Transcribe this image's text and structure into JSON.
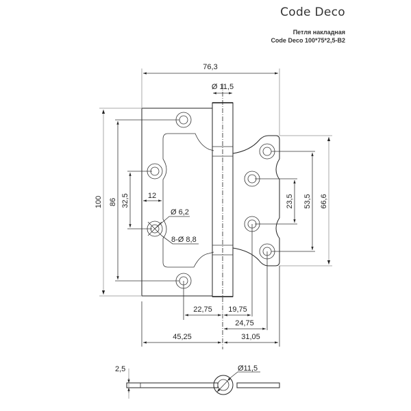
{
  "header": {
    "brand": "Code Deco",
    "product_type": "Петля накладная",
    "model": "Code Deco 100*75*2,5-B2"
  },
  "dimensions": {
    "overall_width": "76,3",
    "pin_diameter": "Ø 11,5",
    "overall_height": "100",
    "left_hole_span": "86",
    "left_hole_pitch": "32,5",
    "left_hole_offset": "12",
    "countersink_inner": "Ø 6,2",
    "holes_spec": "8-Ø 8,8",
    "right_inner_pitch": "23,5",
    "right_outer_pitch": "53,5",
    "right_leaf_height": "66,6",
    "left_hole_to_axis": "22,75",
    "axis_to_right_inner": "19,75",
    "axis_to_right_outer": "24,75",
    "left_width": "45,25",
    "right_width": "31,05",
    "thickness": "2,5",
    "side_pin_diameter": "Ø11,5"
  },
  "colors": {
    "line": "#222222",
    "ext_line": "#aaaaaa",
    "text": "#333333"
  }
}
